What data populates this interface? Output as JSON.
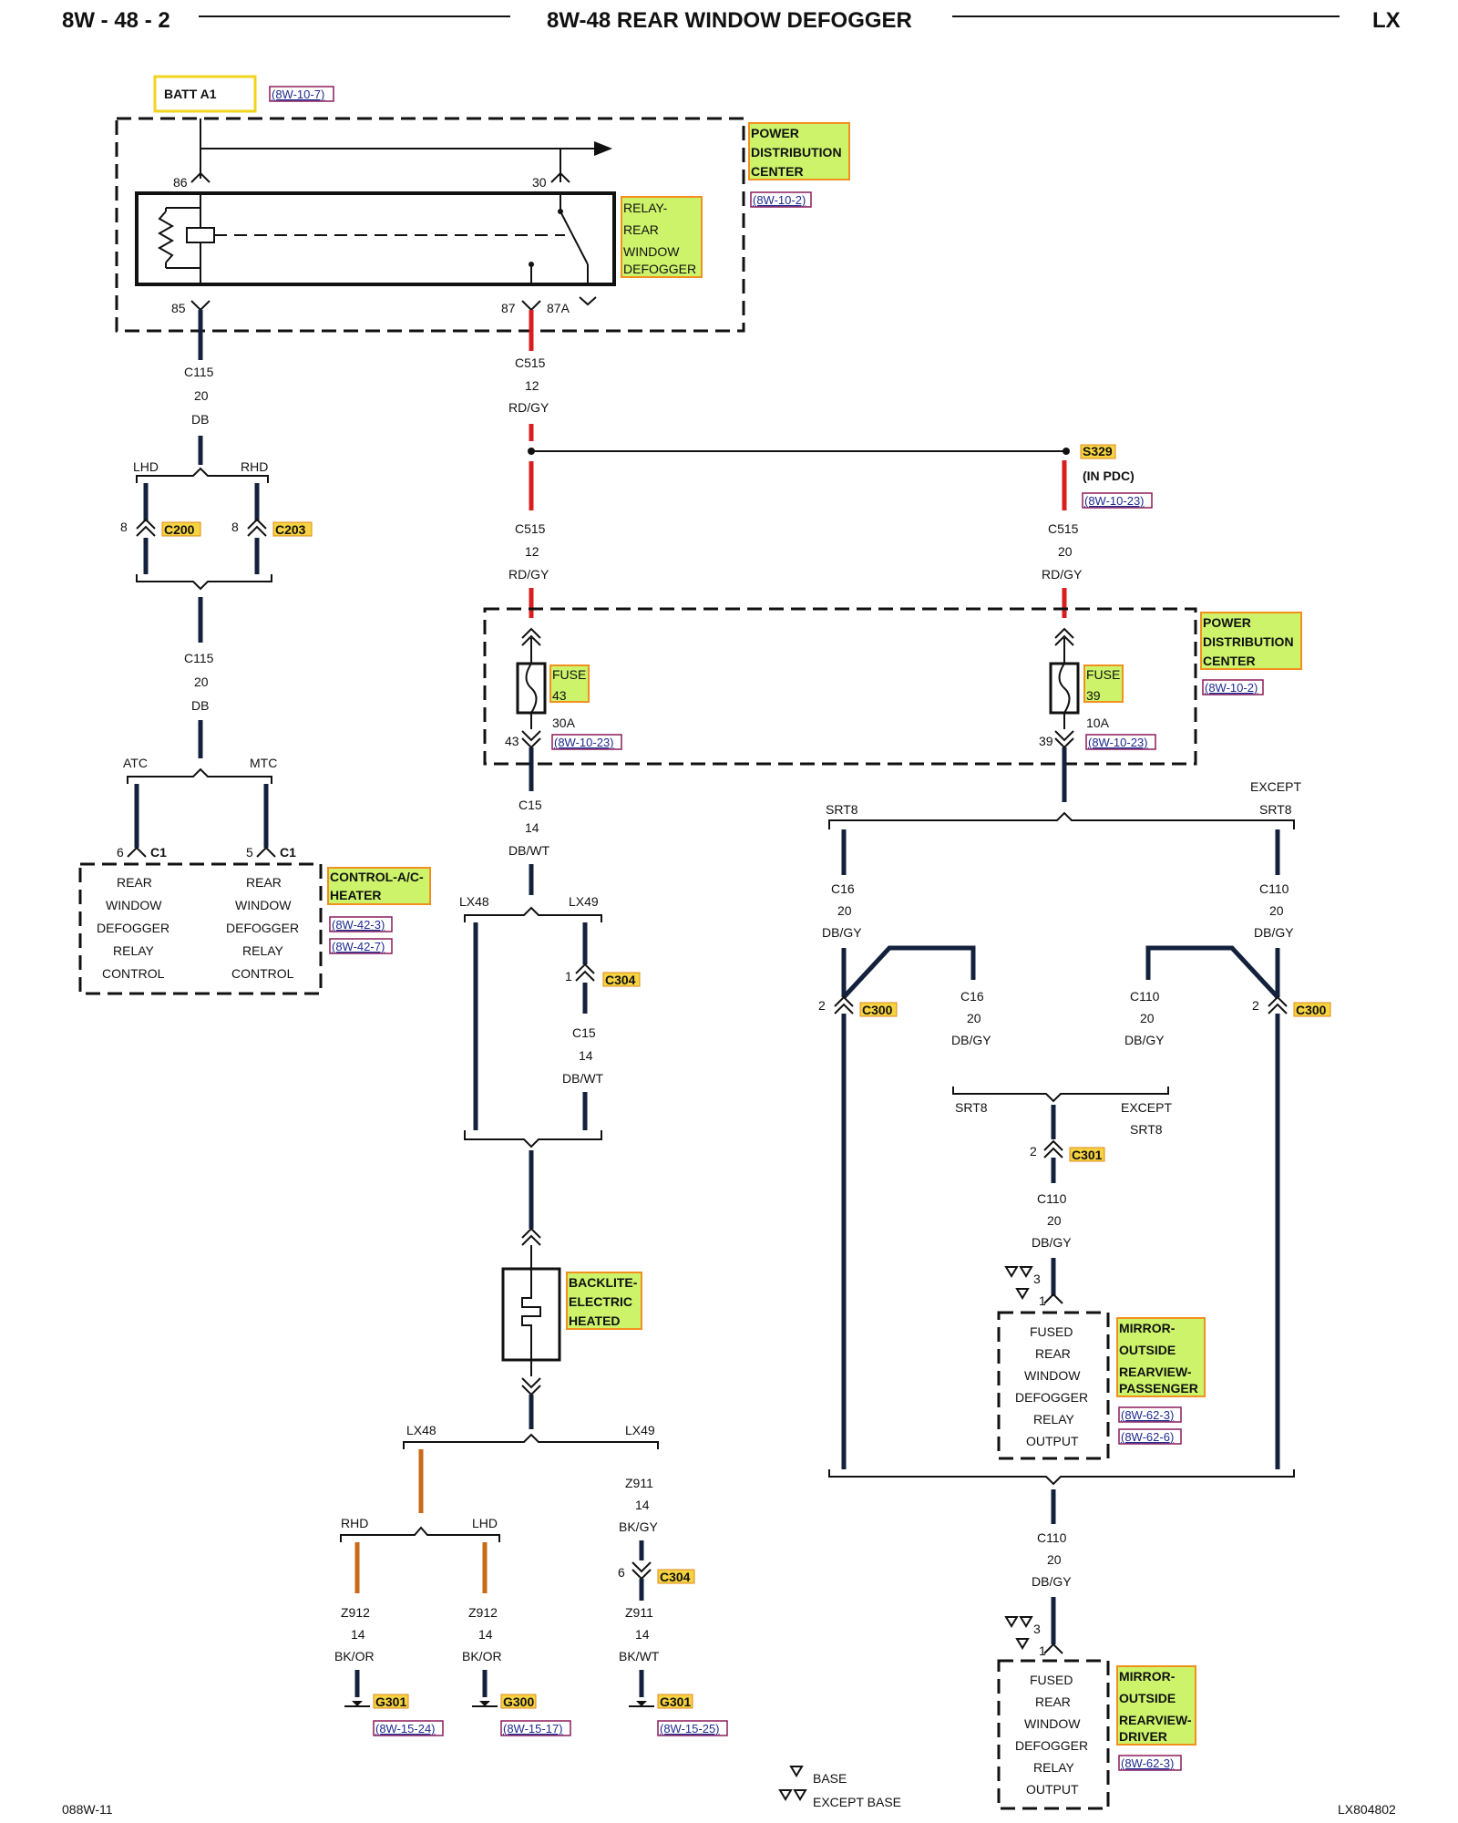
{
  "header": {
    "page": "8W - 48 - 2",
    "title": "8W-48 REAR WINDOW DEFOGGER",
    "model": "LX"
  },
  "footer": {
    "left_code": "088W-11",
    "right_code": "LX804802"
  },
  "legend": {
    "base": "BASE",
    "except_base": "EXCEPT BASE"
  },
  "batt": {
    "label": "BATT A1",
    "ref": "(8W-10-7)"
  },
  "pdc_top": {
    "lines": [
      "POWER",
      "DISTRIBUTION",
      "CENTER"
    ],
    "ref": "(8W-10-2)"
  },
  "relay": {
    "lines": [
      "RELAY-",
      "REAR",
      "WINDOW",
      "DEFOGGER"
    ],
    "pin86": "86",
    "pin30": "30",
    "pin85": "85",
    "pin87": "87",
    "pin87a": "87A"
  },
  "c115_a": {
    "conn": "C115",
    "gauge": "20",
    "color": "DB"
  },
  "c115_b": {
    "conn": "C115",
    "gauge": "20",
    "color": "DB"
  },
  "lhd_rhd_top": {
    "lhd": "LHD",
    "rhd": "RHD",
    "c200_pin": "8",
    "c200": "C200",
    "c203_pin": "8",
    "c203": "C203"
  },
  "atc_mtc": {
    "atc": "ATC",
    "mtc": "MTC",
    "pin6": "6",
    "c1a": "C1",
    "pin5": "5",
    "c1b": "C1"
  },
  "control_unit": {
    "left_lines": [
      "REAR",
      "WINDOW",
      "DEFOGGER",
      "RELAY",
      "CONTROL"
    ],
    "right_lines": [
      "REAR",
      "WINDOW",
      "DEFOGGER",
      "RELAY",
      "CONTROL"
    ],
    "label_lines": [
      "CONTROL-A/C-",
      "HEATER"
    ],
    "ref1": "(8W-42-3)",
    "ref2": "(8W-42-7)"
  },
  "c515_a": {
    "conn": "C515",
    "gauge": "12",
    "color": "RD/GY"
  },
  "c515_b": {
    "conn": "C515",
    "gauge": "12",
    "color": "RD/GY"
  },
  "c515_c": {
    "conn": "C515",
    "gauge": "20",
    "color": "RD/GY"
  },
  "s329": {
    "label": "S329",
    "note": "(IN PDC)",
    "ref": "(8W-10-23)"
  },
  "pdc_mid": {
    "lines": [
      "POWER",
      "DISTRIBUTION",
      "CENTER"
    ],
    "ref": "(8W-10-2)"
  },
  "fuse43": {
    "lines": [
      "FUSE",
      "43"
    ],
    "amps": "30A",
    "pin": "43",
    "ref": "(8W-10-23)"
  },
  "fuse39": {
    "lines": [
      "FUSE",
      "39"
    ],
    "amps": "10A",
    "pin": "39",
    "ref": "(8W-10-23)"
  },
  "c15_a": {
    "conn": "C15",
    "gauge": "14",
    "color": "DB/WT"
  },
  "c15_b": {
    "conn": "C15",
    "gauge": "14",
    "color": "DB/WT"
  },
  "lx_top": {
    "lx48": "LX48",
    "lx49": "LX49",
    "c304_pin": "1",
    "c304": "C304"
  },
  "backlite": {
    "lines": [
      "BACKLITE-",
      "ELECTRIC",
      "HEATED"
    ]
  },
  "lx_bottom": {
    "lx48": "LX48",
    "lx49": "LX49",
    "rhd": "RHD",
    "lhd": "LHD"
  },
  "z912_a": {
    "conn": "Z912",
    "gauge": "14",
    "color": "BK/OR",
    "ground": "G301",
    "ref": "(8W-15-24)"
  },
  "z912_b": {
    "conn": "Z912",
    "gauge": "14",
    "color": "BK/OR",
    "ground": "G300",
    "ref": "(8W-15-17)"
  },
  "z911_a": {
    "conn": "Z911",
    "gauge": "14",
    "color": "BK/GY"
  },
  "z911_b": {
    "conn": "Z911",
    "gauge": "14",
    "color": "BK/WT",
    "ground": "G301",
    "ref": "(8W-15-25)"
  },
  "c304_low": {
    "pin": "6",
    "label": "C304"
  },
  "srt_top": {
    "srt8": "SRT8",
    "except": "EXCEPT",
    "except_srt8": "SRT8"
  },
  "c16_a": {
    "conn": "C16",
    "gauge": "20",
    "color": "DB/GY"
  },
  "c110_a": {
    "conn": "C110",
    "gauge": "20",
    "color": "DB/GY"
  },
  "c300_left": {
    "pin": "2",
    "label": "C300"
  },
  "c300_right": {
    "pin": "2",
    "label": "C300"
  },
  "c16_b": {
    "conn": "C16",
    "gauge": "20",
    "color": "DB/GY"
  },
  "c110_b": {
    "conn": "C110",
    "gauge": "20",
    "color": "DB/GY"
  },
  "srt_mid": {
    "srt8": "SRT8",
    "except": "EXCEPT",
    "except_srt8": "SRT8"
  },
  "c301": {
    "pin": "2",
    "label": "C301"
  },
  "c110_c": {
    "conn": "C110",
    "gauge": "20",
    "color": "DB/GY"
  },
  "c110_d": {
    "conn": "C110",
    "gauge": "20",
    "color": "DB/GY"
  },
  "mirror_pass": {
    "pins": {
      "p3": "3",
      "p1": "1"
    },
    "box_lines": [
      "FUSED",
      "REAR",
      "WINDOW",
      "DEFOGGER",
      "RELAY",
      "OUTPUT"
    ],
    "label_lines": [
      "MIRROR-",
      "OUTSIDE",
      "REARVIEW-",
      "PASSENGER"
    ],
    "ref1": "(8W-62-3)",
    "ref2": "(8W-62-6)"
  },
  "mirror_driver": {
    "pins": {
      "p3": "3",
      "p1": "1"
    },
    "box_lines": [
      "FUSED",
      "REAR",
      "WINDOW",
      "DEFOGGER",
      "RELAY",
      "OUTPUT"
    ],
    "label_lines": [
      "MIRROR-",
      "OUTSIDE",
      "REARVIEW-",
      "DRIVER"
    ],
    "ref1": "(8W-62-3)"
  }
}
